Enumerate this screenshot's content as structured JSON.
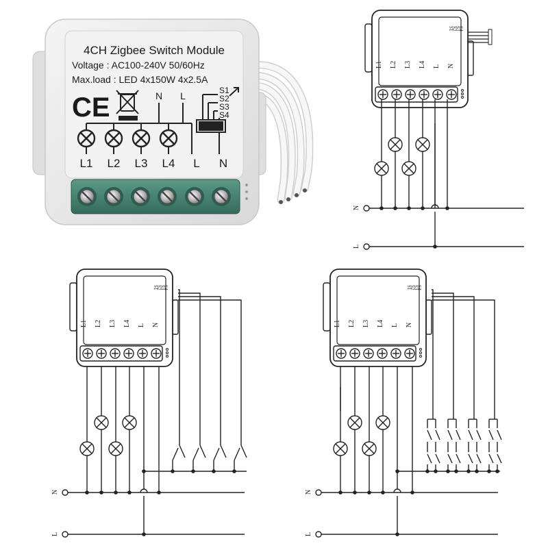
{
  "module": {
    "title": "4CH Zigbee Switch Module",
    "voltage": "Voltage : AC100-240V 50/60Hz",
    "maxload": "Max.load : LED 4x150W   4x2.5A",
    "ce_mark": "CE",
    "top_terminal_labels": [
      "N",
      "L"
    ],
    "switch_inputs": [
      "S1",
      "S2",
      "S3",
      "S4"
    ],
    "load_labels": [
      "L1",
      "L2",
      "L3",
      "L4",
      "L",
      "N"
    ],
    "colors": {
      "housing": "#ececec",
      "terminal_block": "#4a8a78",
      "wire": "#f4f4f4"
    }
  },
  "diagram": {
    "terminal_labels": [
      "L1",
      "L2",
      "L3",
      "L4",
      "L",
      "N"
    ],
    "switch_labels": [
      "S1",
      "S2",
      "S3",
      "S4"
    ],
    "line_labels": [
      "N",
      "L"
    ]
  }
}
